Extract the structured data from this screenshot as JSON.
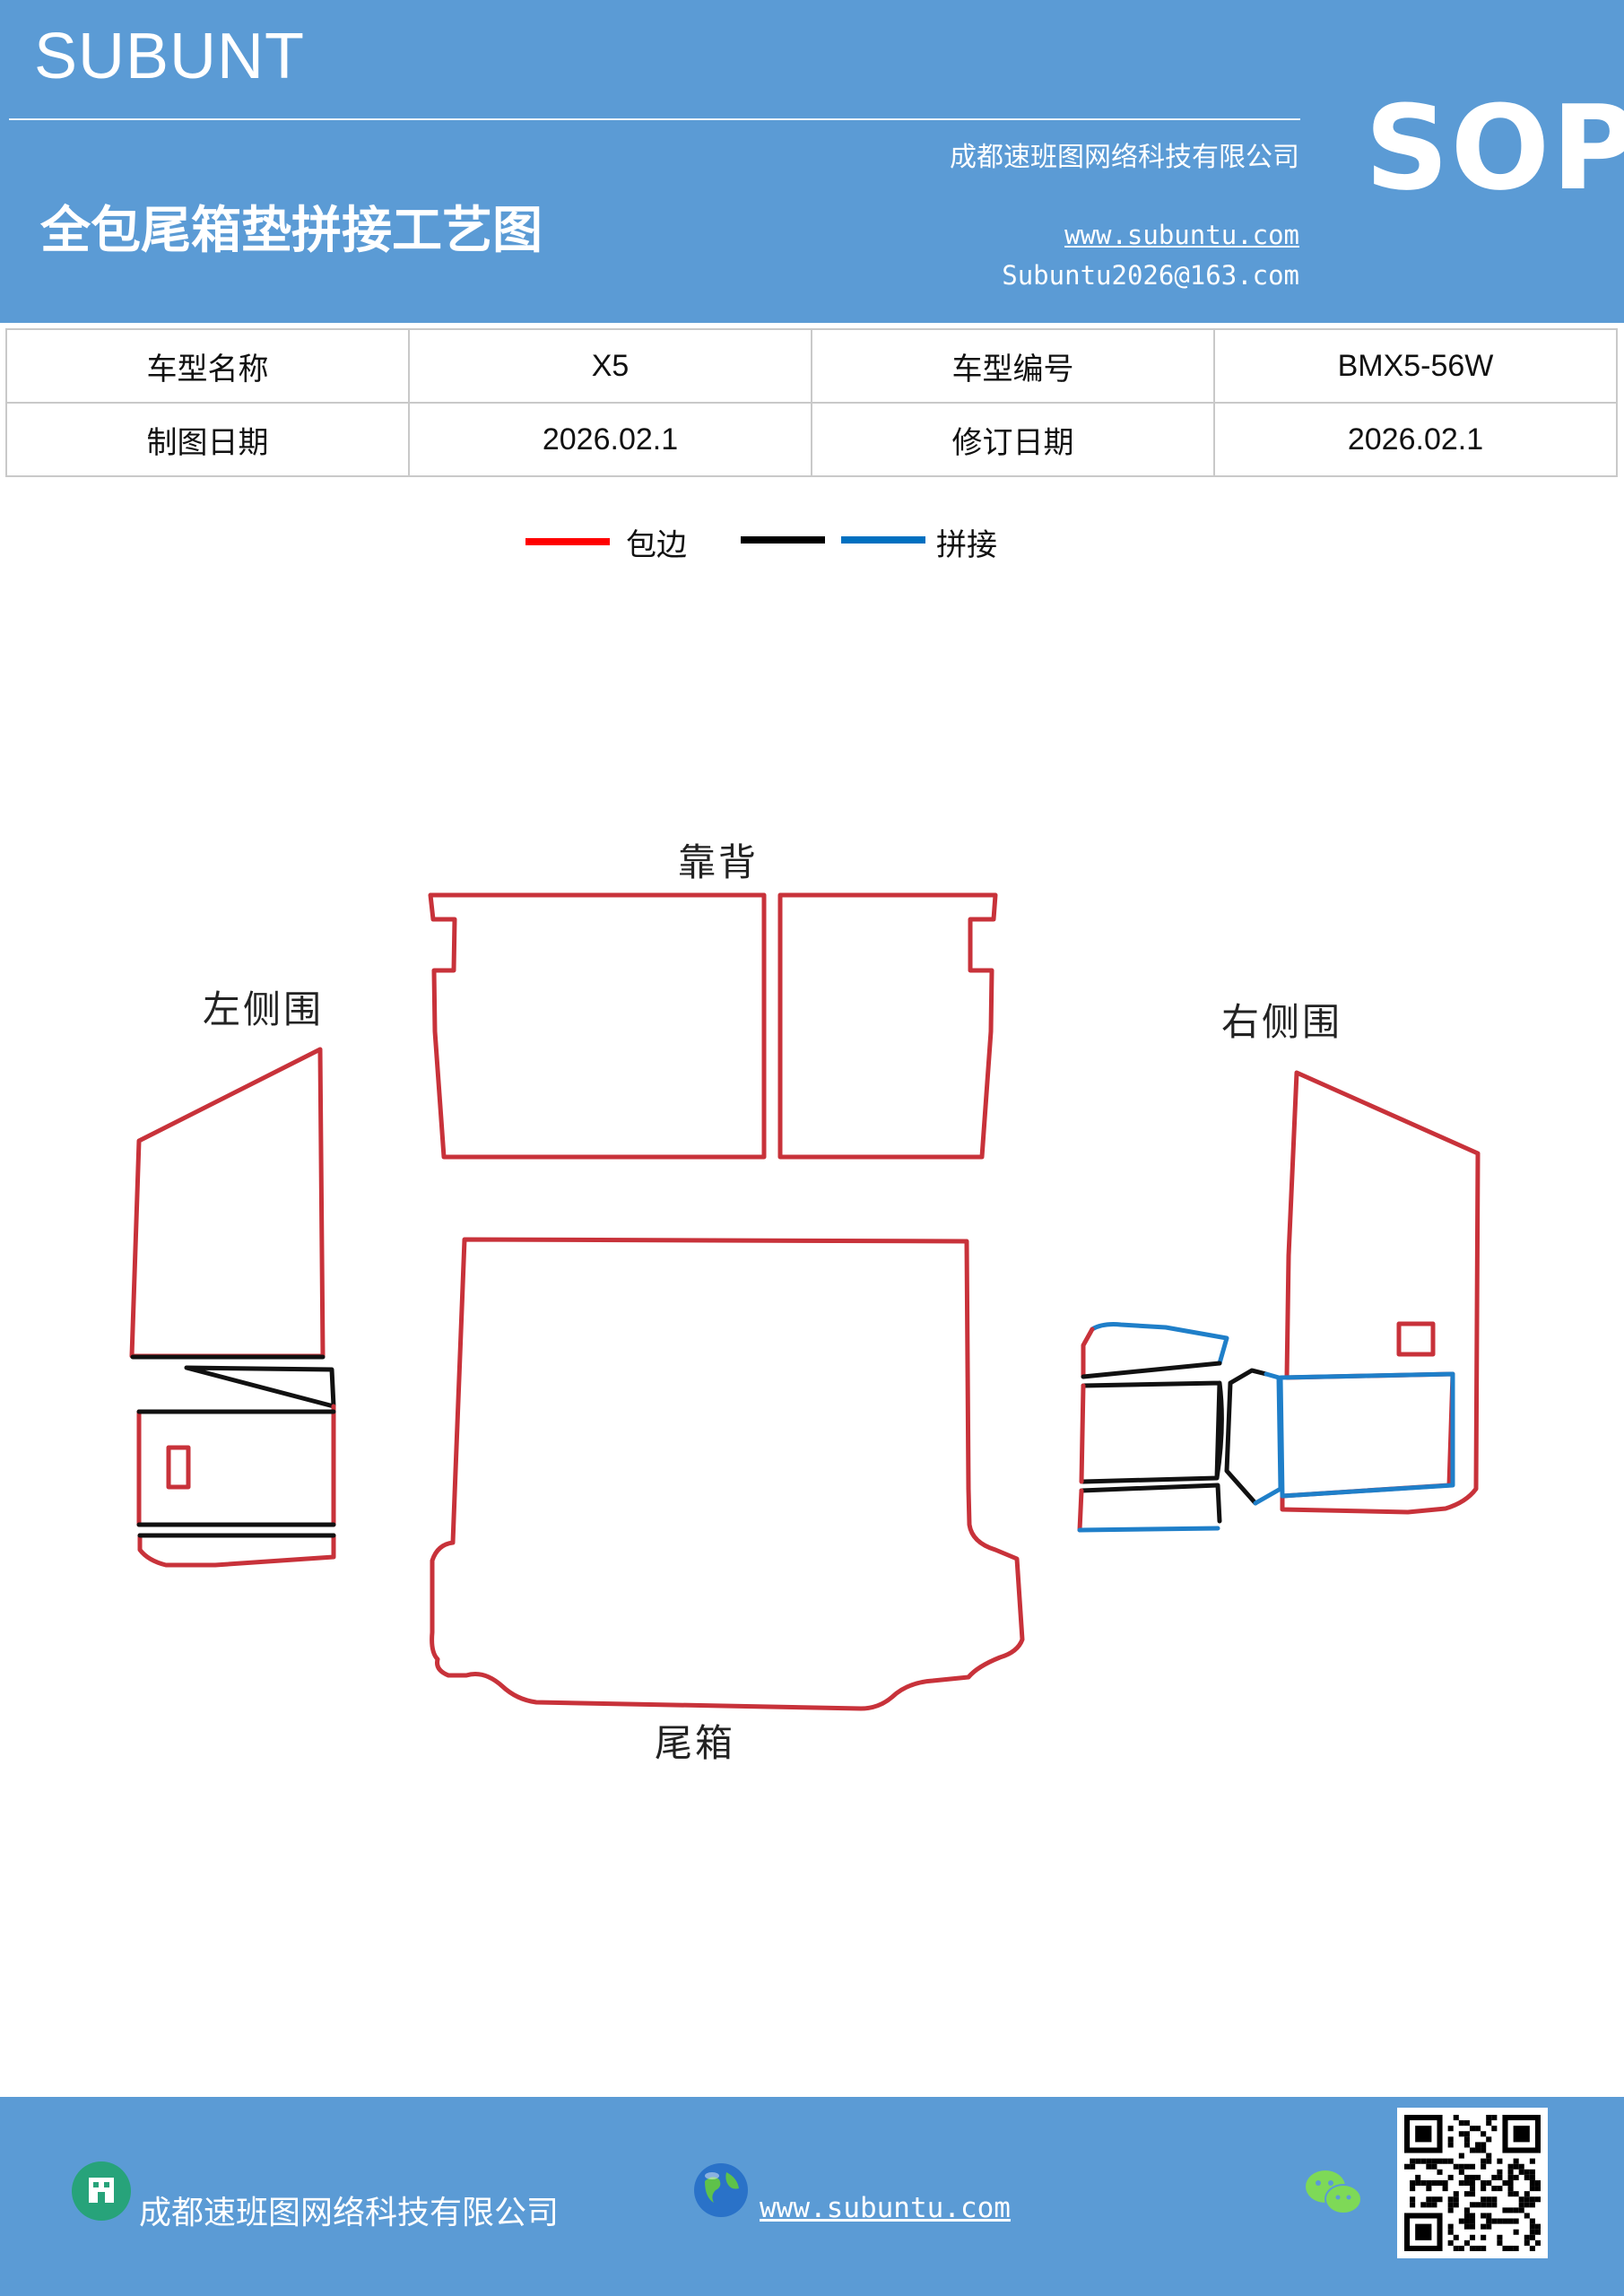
{
  "header": {
    "brand": "SUBUNT",
    "title": "全包尾箱垫拼接工艺图",
    "company": "成都速班图网络科技有限公司",
    "website": "www.subuntu.com",
    "email": "Subuntu2026@163.com",
    "badge": "SOP"
  },
  "info": {
    "model_name_label": "车型名称",
    "model_name": "X5",
    "model_code_label": "车型编号",
    "model_code": "BMX5-56W",
    "draw_date_label": "制图日期",
    "draw_date": "2026.02.1",
    "revise_date_label": "修订日期",
    "revise_date": "2026.02.1"
  },
  "legend": {
    "edge_label": "包边",
    "splice_label": "拼接",
    "colors": {
      "edge": "#ff0000",
      "black": "#000000",
      "splice": "#0070c0"
    }
  },
  "parts": {
    "backrest": "靠背",
    "left_side": "左侧围",
    "right_side": "右侧围",
    "trunk": "尾箱"
  },
  "footer": {
    "company": "成都速班图网络科技有限公司",
    "website": "www.subuntu.com"
  },
  "colors": {
    "header_bg": "#5b9bd5",
    "outline_red": "#c8323a",
    "outline_blue": "#1f7fc9",
    "outline_black": "#111111"
  }
}
